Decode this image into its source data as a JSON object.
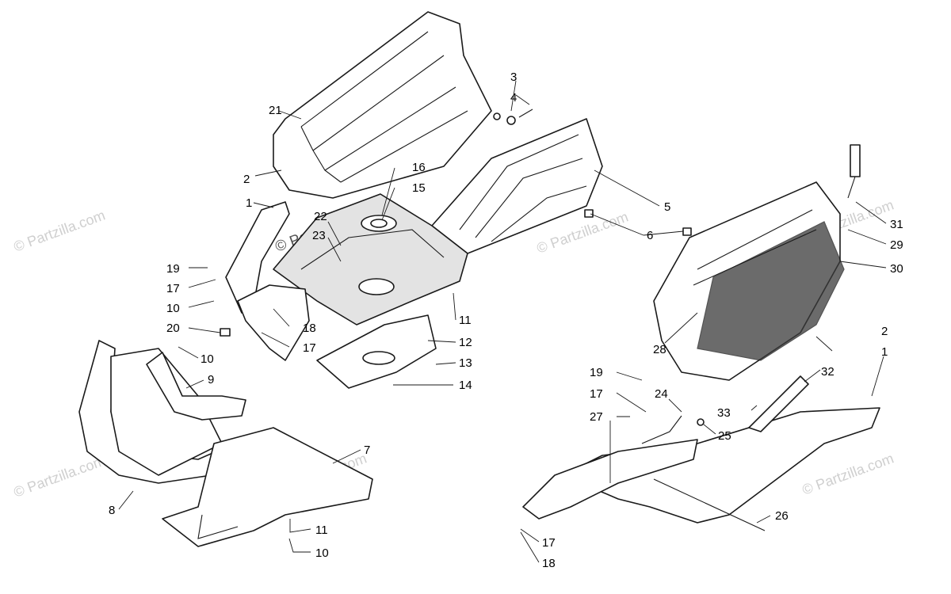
{
  "watermark": {
    "text": "© Partzilla.com",
    "center_text": "© Partzilla.com"
  },
  "callouts": {
    "c1a": "1",
    "c1b": "1",
    "c2a": "2",
    "c2b": "2",
    "c3": "3",
    "c4": "4",
    "c5": "5",
    "c6": "6",
    "c7": "7",
    "c8": "8",
    "c9": "9",
    "c10a": "10",
    "c10b": "10",
    "c10c": "10",
    "c11a": "11",
    "c11b": "11",
    "c12": "12",
    "c13": "13",
    "c14": "14",
    "c15": "15",
    "c16": "16",
    "c17a": "17",
    "c17b": "17",
    "c17c": "17",
    "c17d": "17",
    "c18a": "18",
    "c18b": "18",
    "c19a": "19",
    "c19b": "19",
    "c20": "20",
    "c21": "21",
    "c22": "22",
    "c23": "23",
    "c24": "24",
    "c25": "25",
    "c26": "26",
    "c27": "27",
    "c28": "28",
    "c29": "29",
    "c30": "30",
    "c31": "31",
    "c32": "32",
    "c33": "33"
  }
}
